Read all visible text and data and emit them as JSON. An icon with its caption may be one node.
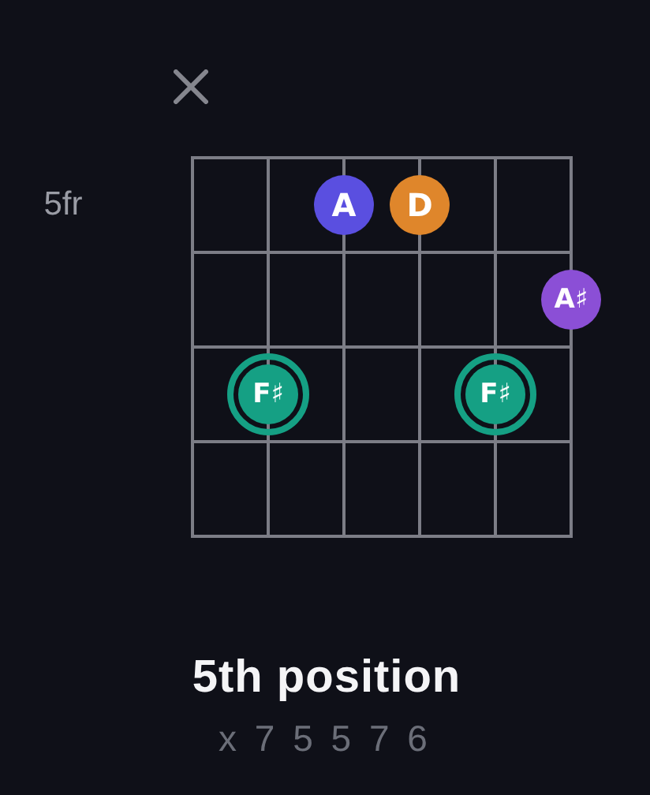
{
  "diagram": {
    "title": "5th position",
    "nodes": [
      {
        "text": [
          "A"
        ]
      },
      {
        "text": [
          "D"
        ]
      },
      {
        "text": [
          "A♯"
        ]
      },
      {
        "text": [
          "F♯"
        ]
      },
      {
        "text": [
          "F♯"
        ]
      }
    ],
    "labels": [
      "5fr",
      "x 7 5 5 7 6"
    ]
  }
}
